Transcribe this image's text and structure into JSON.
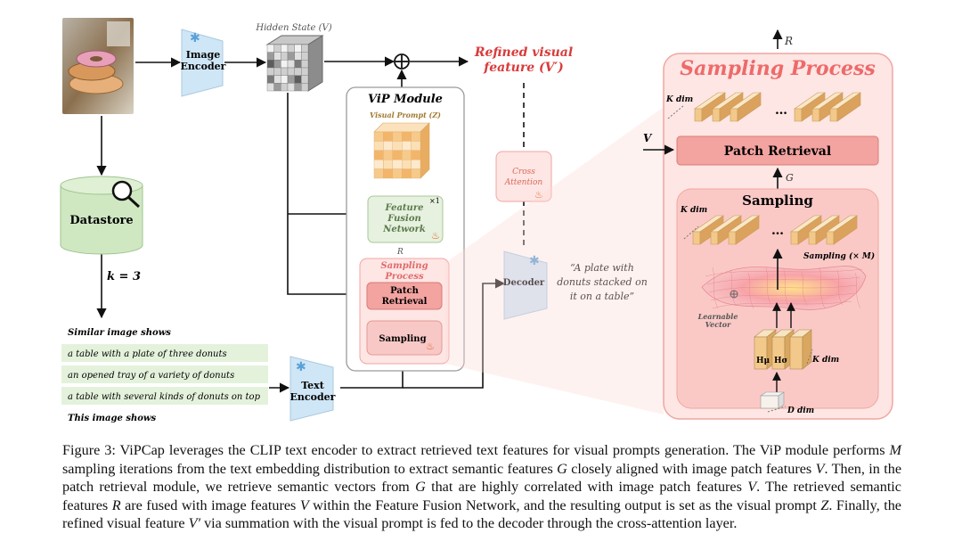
{
  "inputs": {
    "hidden_state": "Hidden State (V)",
    "image_encoder": [
      "Image",
      "Encoder"
    ],
    "text_encoder": [
      "Text",
      "Encoder"
    ],
    "datastore": "Datastore",
    "k_label": "k = 3"
  },
  "retrieval": {
    "similar_header": "Similar image shows",
    "captions": [
      "a table with a plate of three donuts",
      "an opened tray of a variety of donuts",
      "a table with several kinds of donuts on top"
    ],
    "this_header": "This image shows"
  },
  "vip": {
    "title": "ViP Module",
    "visual_prompt": "Visual Prompt (Z)",
    "fusion": [
      "Feature",
      "Fusion",
      "Network"
    ],
    "fusion_mult": "×1",
    "r_label": "R",
    "sampling_process": [
      "Sampling",
      "Process"
    ],
    "patch_retrieval": [
      "Patch",
      "Retrieval"
    ],
    "sampling": "Sampling"
  },
  "decoder_side": {
    "refined": [
      "Refined visual",
      "feature (V′)"
    ],
    "cross_attention": [
      "Cross",
      "Attention"
    ],
    "decoder": "Decoder",
    "output_quote": [
      "“A plate with",
      "donuts stacked on",
      "it on a table”"
    ]
  },
  "sampling_panel": {
    "title": "Sampling Process",
    "r_out": "R",
    "v_in": "V",
    "k_dim_top": "K dim",
    "patch_retrieval": "Patch Retrieval",
    "g_label": "G",
    "sampling_title": "Sampling",
    "k_dim_mid": "K dim",
    "sampling_m": "Sampling (× M)",
    "learnable_vector": [
      "Learnable",
      "Vector"
    ],
    "h_mu": "Hμ",
    "h_sigma": "Hσ",
    "k_dim_bottom": "K dim",
    "d_dim": "D dim",
    "dots": "…"
  },
  "colors": {
    "encoder": "#cfe6f6",
    "datastore": "#cfe8c2",
    "caption_bg": "#e4f2dc",
    "panel_bg": "#fde6e4",
    "panel_border": "#f0a6a0",
    "retrieval_bar": "#f3a3a0",
    "accent_red": "#d93b3b",
    "prompt_cube": "#f7c98a"
  },
  "caption": [
    "Figure 3: ViPCap leverages the CLIP text encoder to extract retrieved text features for visual prompts generation. The ViP module performs ",
    "M",
    " sampling iterations from the text embedding distribution to extract semantic features ",
    "G",
    " closely aligned with image patch features ",
    "V",
    ". Then, in the patch retrieval module, we retrieve semantic vectors from ",
    "G",
    " that are highly correlated with image patch features ",
    "V",
    ". The retrieved semantic features ",
    "R",
    " are fused with image features ",
    "V",
    " within the Feature Fusion Network, and the resulting output is set as the visual prompt ",
    "Z",
    ". Finally, the refined visual feature ",
    "V′",
    " via summation with the visual prompt is fed to the decoder through the cross-attention layer."
  ]
}
